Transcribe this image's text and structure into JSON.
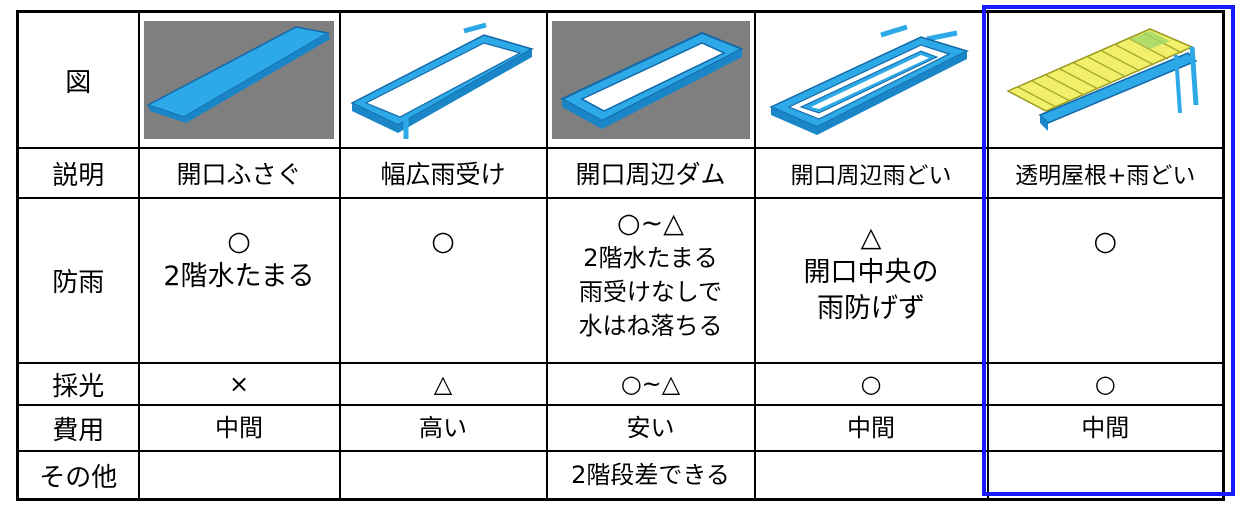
{
  "table": {
    "row_headers": {
      "figure": "図",
      "description": "説明",
      "rain": "防雨",
      "lighting": "採光",
      "cost": "費用",
      "other": "その他"
    },
    "columns": [
      {
        "figure_icon": "flat-cover-icon",
        "description": "開口ふさぐ",
        "rain_mark": "○",
        "rain_note": [
          "2階水たまる"
        ],
        "lighting": "×",
        "cost": "中間",
        "other": ""
      },
      {
        "figure_icon": "wide-gutter-icon",
        "description": "幅広雨受け",
        "rain_mark": "○",
        "rain_note": [],
        "lighting": "△",
        "cost": "高い",
        "other": ""
      },
      {
        "figure_icon": "perimeter-dam-icon",
        "description": "開口周辺ダム",
        "rain_mark": "○~△",
        "rain_note": [
          "2階水たまる",
          "雨受けなしで",
          "水はね落ちる"
        ],
        "lighting": "○~△",
        "cost": "安い",
        "other": "2階段差できる"
      },
      {
        "figure_icon": "perimeter-gutter-icon",
        "description": "開口周辺雨どい",
        "rain_mark": "△",
        "rain_note": [
          "開口中央の",
          "雨防げず"
        ],
        "lighting": "○",
        "cost": "中間",
        "other": ""
      },
      {
        "figure_icon": "transparent-roof-icon",
        "description": "透明屋根+雨どい",
        "rain_mark": "○",
        "rain_note": [],
        "lighting": "○",
        "cost": "中間",
        "other": ""
      }
    ]
  },
  "colors": {
    "blue_fill": "#2da9e8",
    "blue_edge": "#1268a8",
    "gray_bg": "#7f7f7f",
    "yellow_roof": "#f2f06a",
    "highlight_border": "#1a1aff"
  }
}
